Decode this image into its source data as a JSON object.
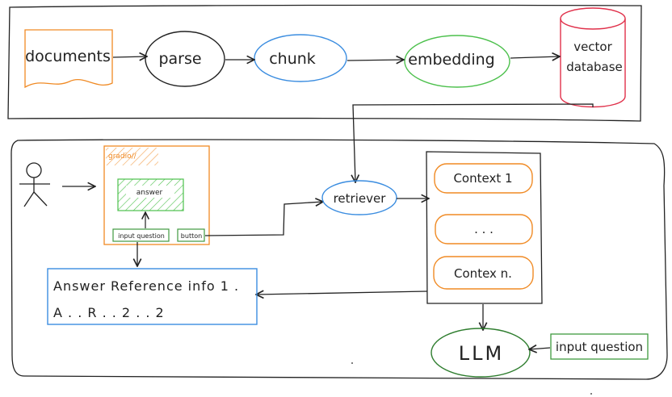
{
  "pipeline": {
    "documents": "documents",
    "parse": "parse",
    "chunk": "chunk",
    "embedding": "embedding",
    "vector_line1": "vector",
    "vector_line2": "database"
  },
  "app": {
    "gradio": "gradio//",
    "answer": "answer",
    "input_question": "input question",
    "button": "button",
    "retriever": "retriever",
    "contexts": [
      "Context 1",
      ". . .",
      "Contex n."
    ],
    "info_line1": "Answer Reference info 1 .",
    "info_line2": "A . . R . . 2 . . 2",
    "llm": "LLM",
    "llm_input": "input question"
  },
  "colors": {
    "ink": "#222222",
    "documents": "#f08a24",
    "chunk": "#3b8de0",
    "embedding": "#4cc04c",
    "vector_db": "#e0304a",
    "gradio": "#f08a24",
    "answer": "#4cc04c",
    "input_box": "#3f9a3f",
    "retriever": "#3b8de0",
    "context": "#f08a24",
    "info_box": "#3b8de0",
    "llm": "#2e7d2e"
  }
}
